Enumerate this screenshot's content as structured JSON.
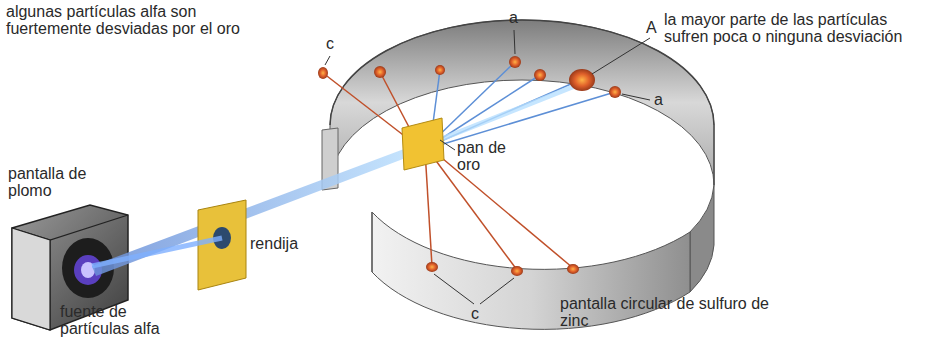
{
  "diagram": {
    "labels": [
      "algunas partículas alfa son fuertemente desviadas por el oro",
      "a",
      "c",
      "A",
      "la mayor parte de las partículas sufren poca o ninguna desviación",
      "a",
      "pan de oro",
      "pantalla de plomo",
      "rendija",
      "pantalla circular de sulfuro de zinc",
      "c",
      "fuente de partículas alfa"
    ]
  }
}
